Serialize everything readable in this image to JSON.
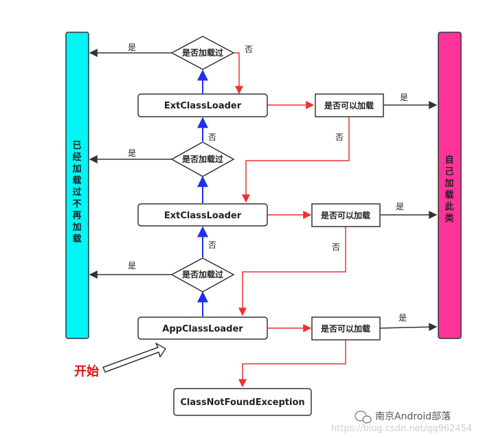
{
  "left_bar": {
    "label": "已经加载过不再加载",
    "color": "#00f5f5"
  },
  "right_bar": {
    "label": "自己加载此类",
    "color": "#ff3399"
  },
  "loaders": [
    {
      "name": "ExtClassLoader"
    },
    {
      "name": "ExtClassLoader"
    },
    {
      "name": "AppClassLoader"
    }
  ],
  "decisions_loaded": [
    "是否加载过",
    "是否加载过",
    "是否加载过"
  ],
  "decisions_can_load": [
    "是否可以加载",
    "是否可以加载",
    "是否可以加载"
  ],
  "exception": "ClassNotFoundException",
  "edge_labels": {
    "yes": "是",
    "no": "否"
  },
  "start_label": "开始",
  "colors": {
    "blue_arrow": "#1f2ff0",
    "red_arrow": "#f03030",
    "dark_arrow": "#333333"
  },
  "watermark": {
    "brand": "南京Android部落",
    "url": "https://blog.csdn.net/qq962454"
  }
}
